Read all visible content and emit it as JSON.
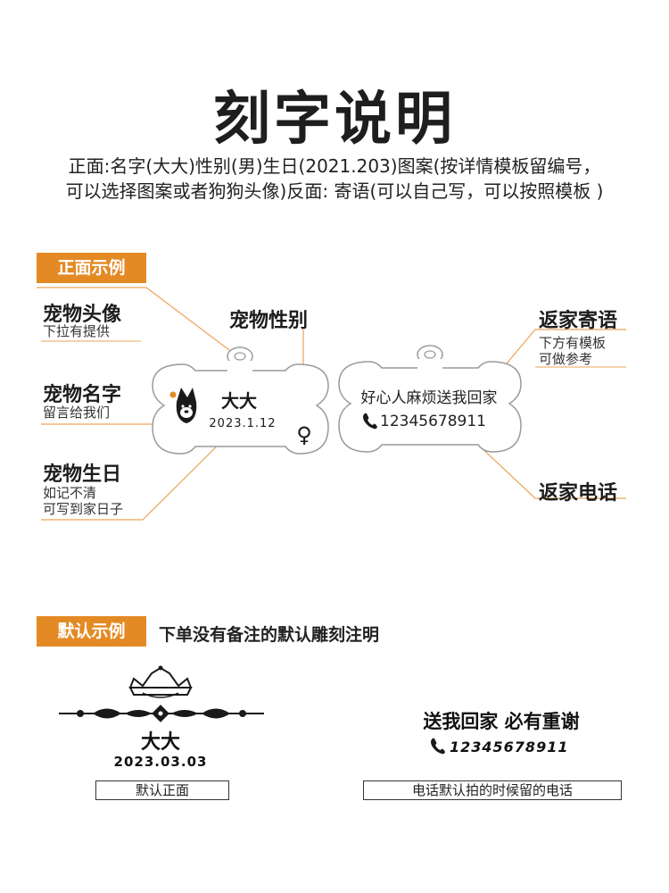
{
  "title": "刻字说明",
  "intro": {
    "line1": "正面:名字(大大)性别(男)生日(2021.203)图案(按详情模板留编号，",
    "line2": "可以选择图案或者狗狗头像)反面: 寄语(可以自己写，可以按照模板 )"
  },
  "front_section": {
    "badge": "正面示例",
    "labels": {
      "avatar": {
        "title": "宠物头像",
        "sub": "下拉有提供"
      },
      "name": {
        "title": "宠物名字",
        "sub": "留言给我们"
      },
      "birthday": {
        "title": "宠物生日",
        "sub1": "如记不清",
        "sub2": "可写到家日子"
      },
      "gender": {
        "title": "宠物性别"
      },
      "message": {
        "title": "返家寄语",
        "sub1": "下方有模板",
        "sub2": "可做参考"
      },
      "phone": {
        "title": "返家电话"
      }
    },
    "tag_front": {
      "name": "大大",
      "date": "2023.1.12",
      "gender_symbol": "♀"
    },
    "tag_back": {
      "message": "好心人麻烦送我回家",
      "phone": "12345678911",
      "phone_icon": "phone-icon"
    }
  },
  "default_section": {
    "badge": "默认示例",
    "note": "下单没有备注的默认雕刻注明",
    "front": {
      "name": "大大",
      "date": "2023.03.03",
      "caption": "默认正面",
      "ornament": "crown-icon"
    },
    "back": {
      "message": "送我回家 必有重谢",
      "phone": "12345678911",
      "phone_icon": "phone-icon",
      "caption": "电话默认拍的时候留的电话"
    }
  },
  "colors": {
    "accent": "#e48a25",
    "leader": "#e9a458",
    "text": "#222222",
    "tag_outline": "#9a9a9a"
  }
}
